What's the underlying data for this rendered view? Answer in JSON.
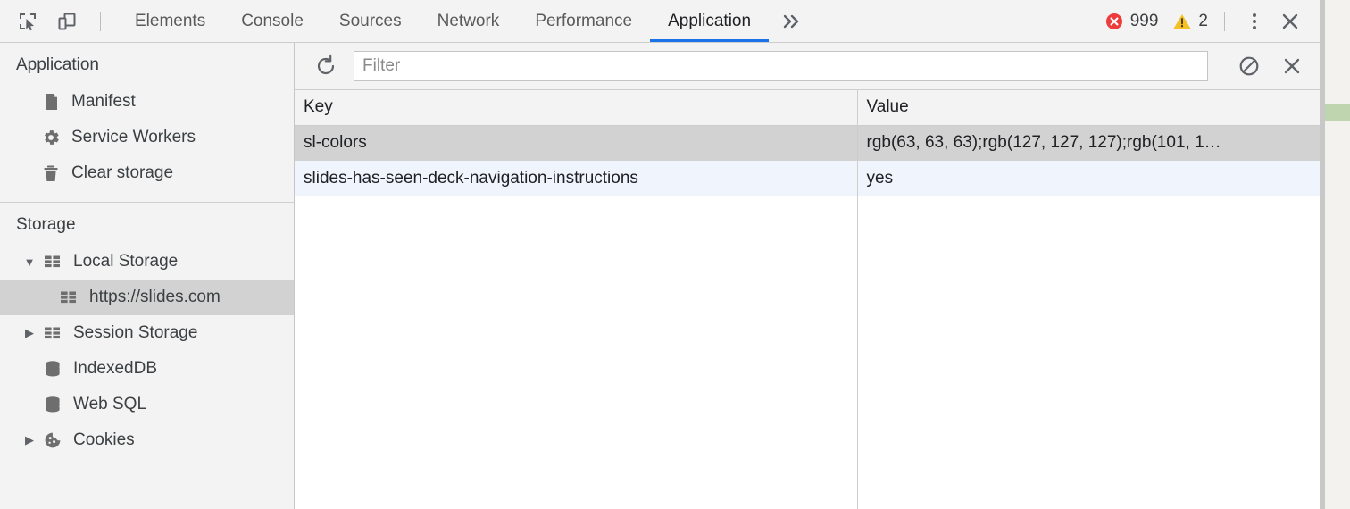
{
  "toolbar": {
    "inspect_icon": "inspect-element-icon",
    "device_icon": "device-toolbar-icon",
    "tabs": [
      {
        "label": "Elements",
        "active": false
      },
      {
        "label": "Console",
        "active": false
      },
      {
        "label": "Sources",
        "active": false
      },
      {
        "label": "Network",
        "active": false
      },
      {
        "label": "Performance",
        "active": false
      },
      {
        "label": "Application",
        "active": true
      }
    ],
    "more_tabs_glyph": "»",
    "error_count": "999",
    "warning_count": "2",
    "error_color": "#ee3b3b",
    "warning_color": "#f5c026",
    "close_glyph": "✕",
    "accent_color": "#1a73e8"
  },
  "sidebar": {
    "application": {
      "title": "Application",
      "items": [
        {
          "label": "Manifest",
          "icon": "document-icon"
        },
        {
          "label": "Service Workers",
          "icon": "gear-icon"
        },
        {
          "label": "Clear storage",
          "icon": "trash-icon"
        }
      ]
    },
    "storage": {
      "title": "Storage",
      "items": [
        {
          "label": "Local Storage",
          "icon": "table-grid-icon",
          "expanded": true,
          "twisty": "▼",
          "selected": false,
          "depth": 0
        },
        {
          "label": "https://slides.com",
          "icon": "table-grid-icon",
          "expanded": false,
          "twisty": "",
          "selected": true,
          "depth": 1
        },
        {
          "label": "Session Storage",
          "icon": "table-grid-icon",
          "expanded": false,
          "twisty": "▶",
          "selected": false,
          "depth": 0
        },
        {
          "label": "IndexedDB",
          "icon": "database-icon",
          "expanded": false,
          "twisty": "",
          "selected": false,
          "depth": 0
        },
        {
          "label": "Web SQL",
          "icon": "database-icon",
          "expanded": false,
          "twisty": "",
          "selected": false,
          "depth": 0
        },
        {
          "label": "Cookies",
          "icon": "cookie-icon",
          "expanded": false,
          "twisty": "▶",
          "selected": false,
          "depth": 0
        }
      ]
    }
  },
  "filterbar": {
    "refresh_icon": "refresh-icon",
    "placeholder": "Filter",
    "value": "",
    "clear_all_icon": "clear-all-icon",
    "delete_selected_icon": "delete-selected-icon"
  },
  "storage_table": {
    "columns": [
      "Key",
      "Value"
    ],
    "rows": [
      {
        "key": "sl-colors",
        "value": "rgb(63, 63, 63);rgb(127, 127, 127);rgb(101, 1…",
        "selected": true
      },
      {
        "key": "slides-has-seen-deck-navigation-instructions",
        "value": "yes",
        "selected": false
      }
    ]
  },
  "page_preview": {
    "background_color": "#f4f2ef",
    "band_color": "#bed5b0"
  }
}
